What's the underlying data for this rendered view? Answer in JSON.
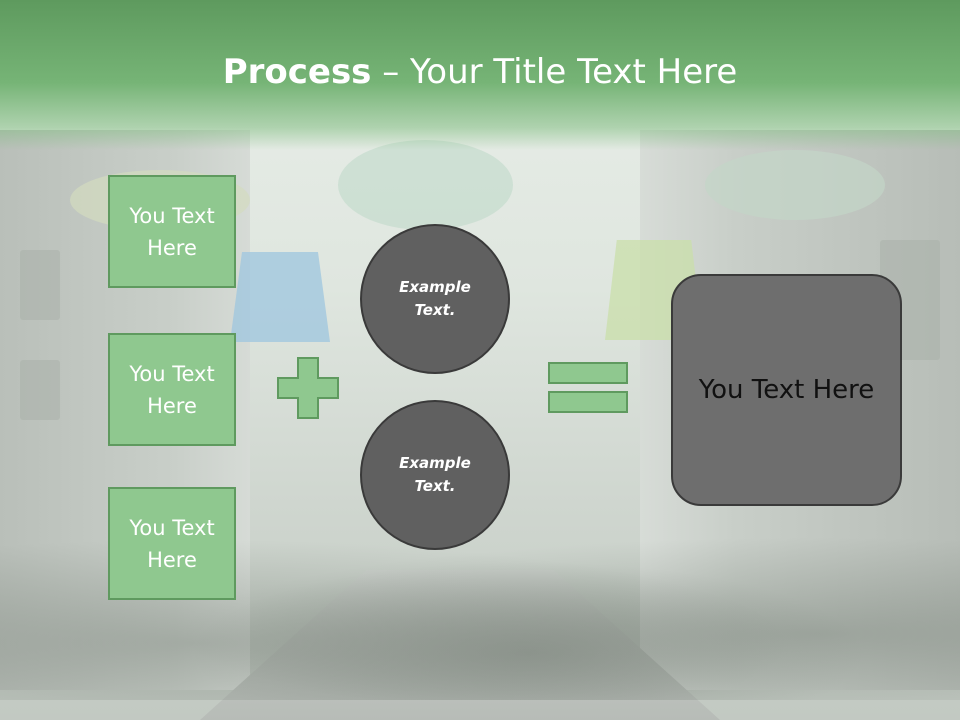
{
  "header": {
    "title_bold": "Process",
    "title_rest": " – Your Title Text Here"
  },
  "left_boxes": [
    {
      "label": "You Text Here"
    },
    {
      "label": "You Text Here"
    },
    {
      "label": "You Text Here"
    }
  ],
  "circles": [
    {
      "label": "Example Text."
    },
    {
      "label": "Example Text."
    }
  ],
  "result_box": {
    "label": "You Text Here"
  },
  "colors": {
    "header_green": "#6aa86a",
    "box_green": "#8fc88f",
    "circle_gray": "#606060",
    "result_gray": "#6e6e6e"
  },
  "icons": {
    "operator_1": "plus-icon",
    "operator_2": "equals-icon"
  }
}
